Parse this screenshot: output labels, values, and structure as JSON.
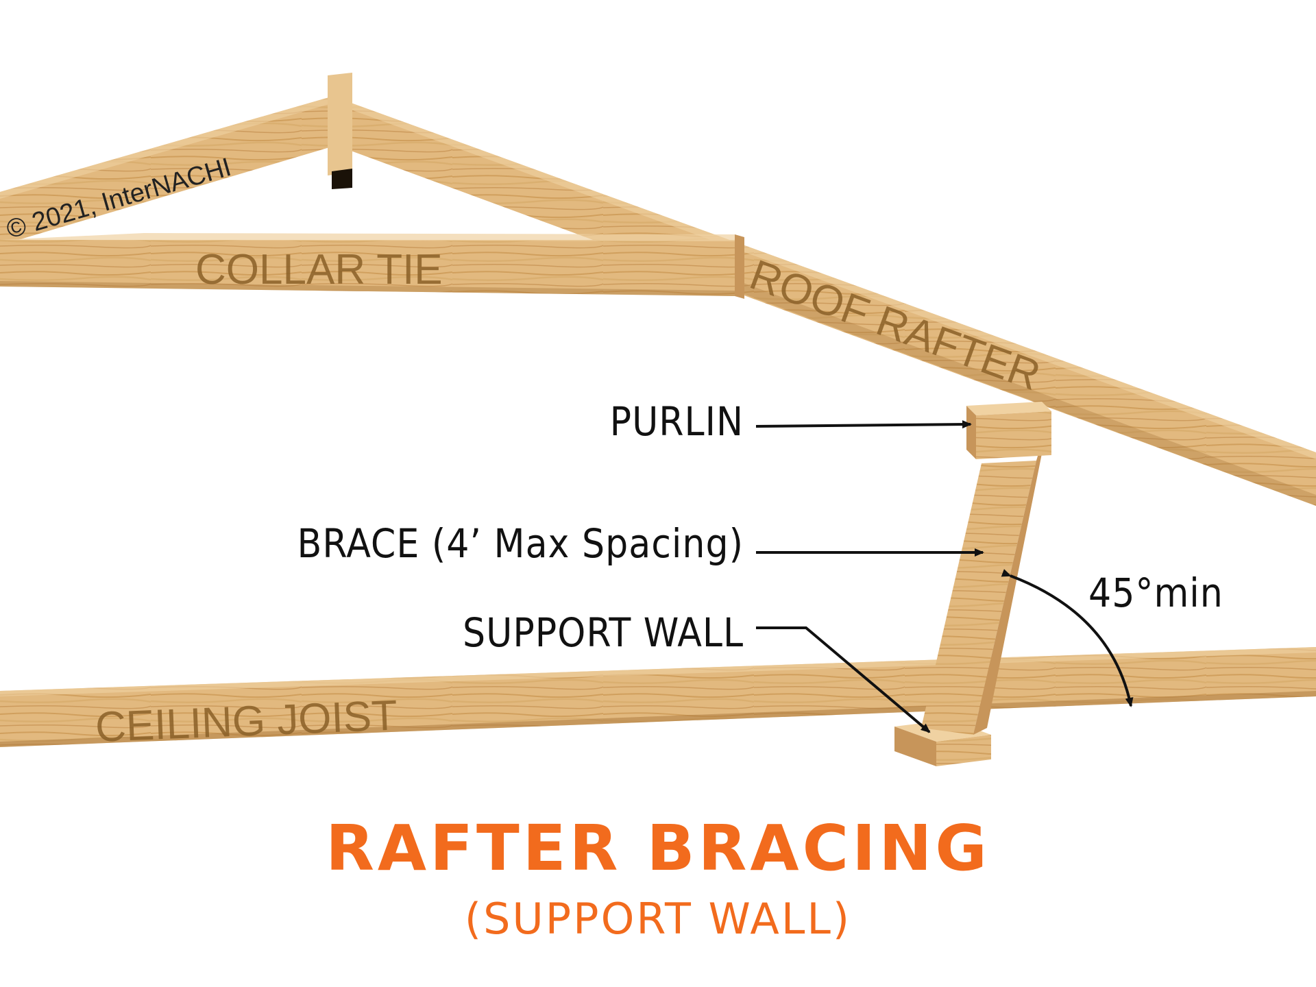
{
  "copyright": "© 2021, InterNACHI",
  "members": {
    "collar_tie": "COLLAR TIE",
    "roof_rafter": "ROOF RAFTER",
    "ceiling_joist": "CEILING JOIST"
  },
  "callouts": {
    "purlin": "PURLIN",
    "brace": "BRACE (4’ Max Spacing)",
    "support_wall": "SUPPORT WALL",
    "angle": "45°min"
  },
  "title": {
    "main": "RAFTER BRACING",
    "sub": "(SUPPORT WALL)"
  },
  "colors": {
    "title": "#f26b1d",
    "wood_light": "#e6c08a",
    "wood_mid": "#d2a364",
    "wood_dark": "#a9773c",
    "member_label": "#8a6028",
    "callout": "#111111"
  }
}
